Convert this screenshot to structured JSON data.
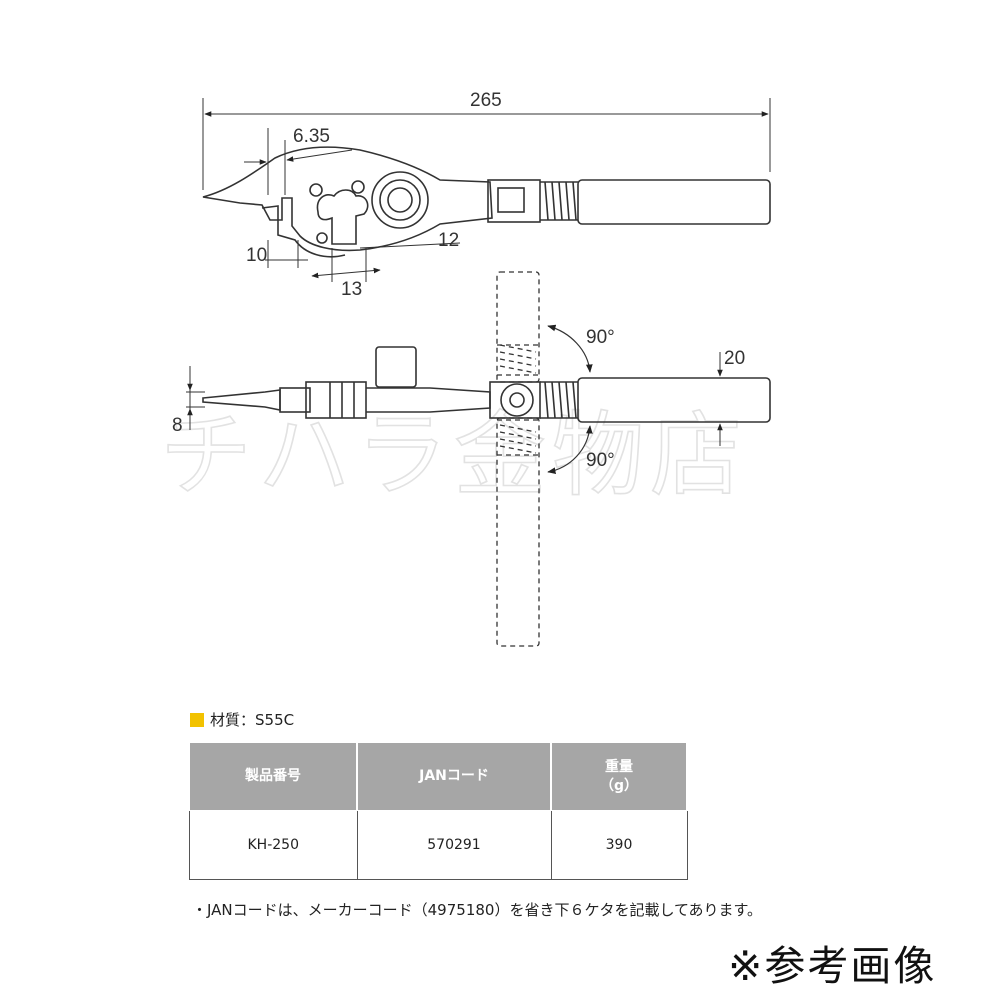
{
  "drawing": {
    "dimensions": {
      "overall_length": "265",
      "socket_size": "6.35",
      "jaw_left": "10",
      "jaw_right": "12",
      "slot_width": "13",
      "handle_diameter": "20",
      "tip_thickness": "8",
      "angle_upper": "90°",
      "angle_lower": "90°"
    },
    "watermark": "チハラ金物店"
  },
  "material": {
    "label": "材質：S55C",
    "marker_color": "#f2c200"
  },
  "spec_table": {
    "headers": [
      "製品番号",
      "JANコード",
      "重量",
      "（g）"
    ],
    "row": [
      "KH-250",
      "570291",
      "390"
    ]
  },
  "note": "・JANコードは、メーカーコード（4975180）を省き下６ケタを記載してあります。",
  "reference": "※参考画像"
}
